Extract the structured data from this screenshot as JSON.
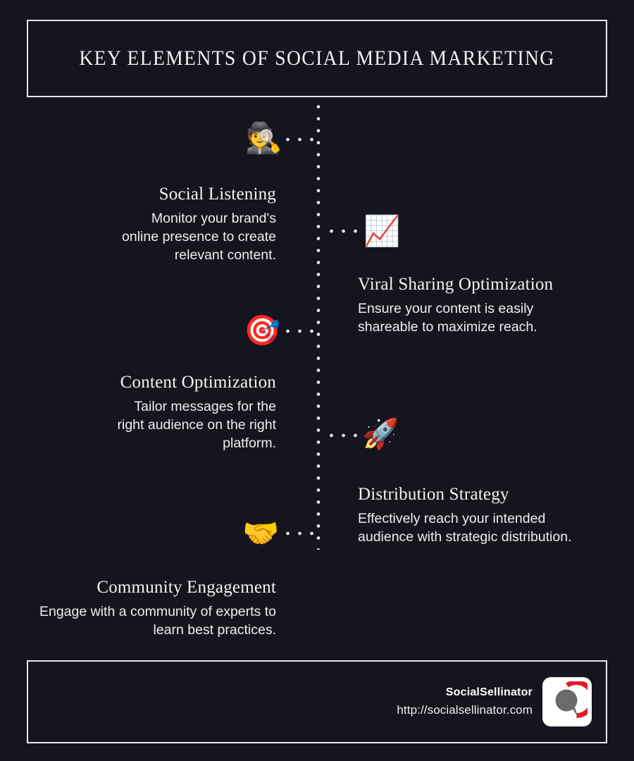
{
  "header": {
    "title": "KEY ELEMENTS OF SOCIAL MEDIA MARKETING"
  },
  "colors": {
    "background": "#15151f",
    "frame_border": "#e8e8ec",
    "text": "#ffffff",
    "dot": "#f0f0f4",
    "logo_ring": "#e01b24",
    "logo_bubble": "#6b6b6b",
    "logo_plate": "#ffffff"
  },
  "items": [
    {
      "side": "left",
      "icon": "detective-icon",
      "emoji": "🕵️",
      "title": "Social Listening",
      "description": "Monitor your brand's online presence to create relevant content."
    },
    {
      "side": "right",
      "icon": "chart-increasing-icon",
      "emoji": "📈",
      "title": "Viral Sharing Optimization",
      "description": "Ensure your content is easily shareable to maximize reach."
    },
    {
      "side": "left",
      "icon": "dart-target-icon",
      "emoji": "🎯",
      "title": "Content Optimization",
      "description": "Tailor messages for the right audience on the right platform."
    },
    {
      "side": "right",
      "icon": "rocket-icon",
      "emoji": "🚀",
      "title": "Distribution Strategy",
      "description": "Effectively reach your intended audience with strategic distribution."
    },
    {
      "side": "left",
      "icon": "handshake-icon",
      "emoji": "🤝",
      "title": "Community Engagement",
      "description": "Engage with a community of experts to learn best practices."
    }
  ],
  "footer": {
    "brand_name": "SocialSellinator",
    "url": "http://socialsellinator.com",
    "logo_alt": "socialsellinator-logo"
  }
}
